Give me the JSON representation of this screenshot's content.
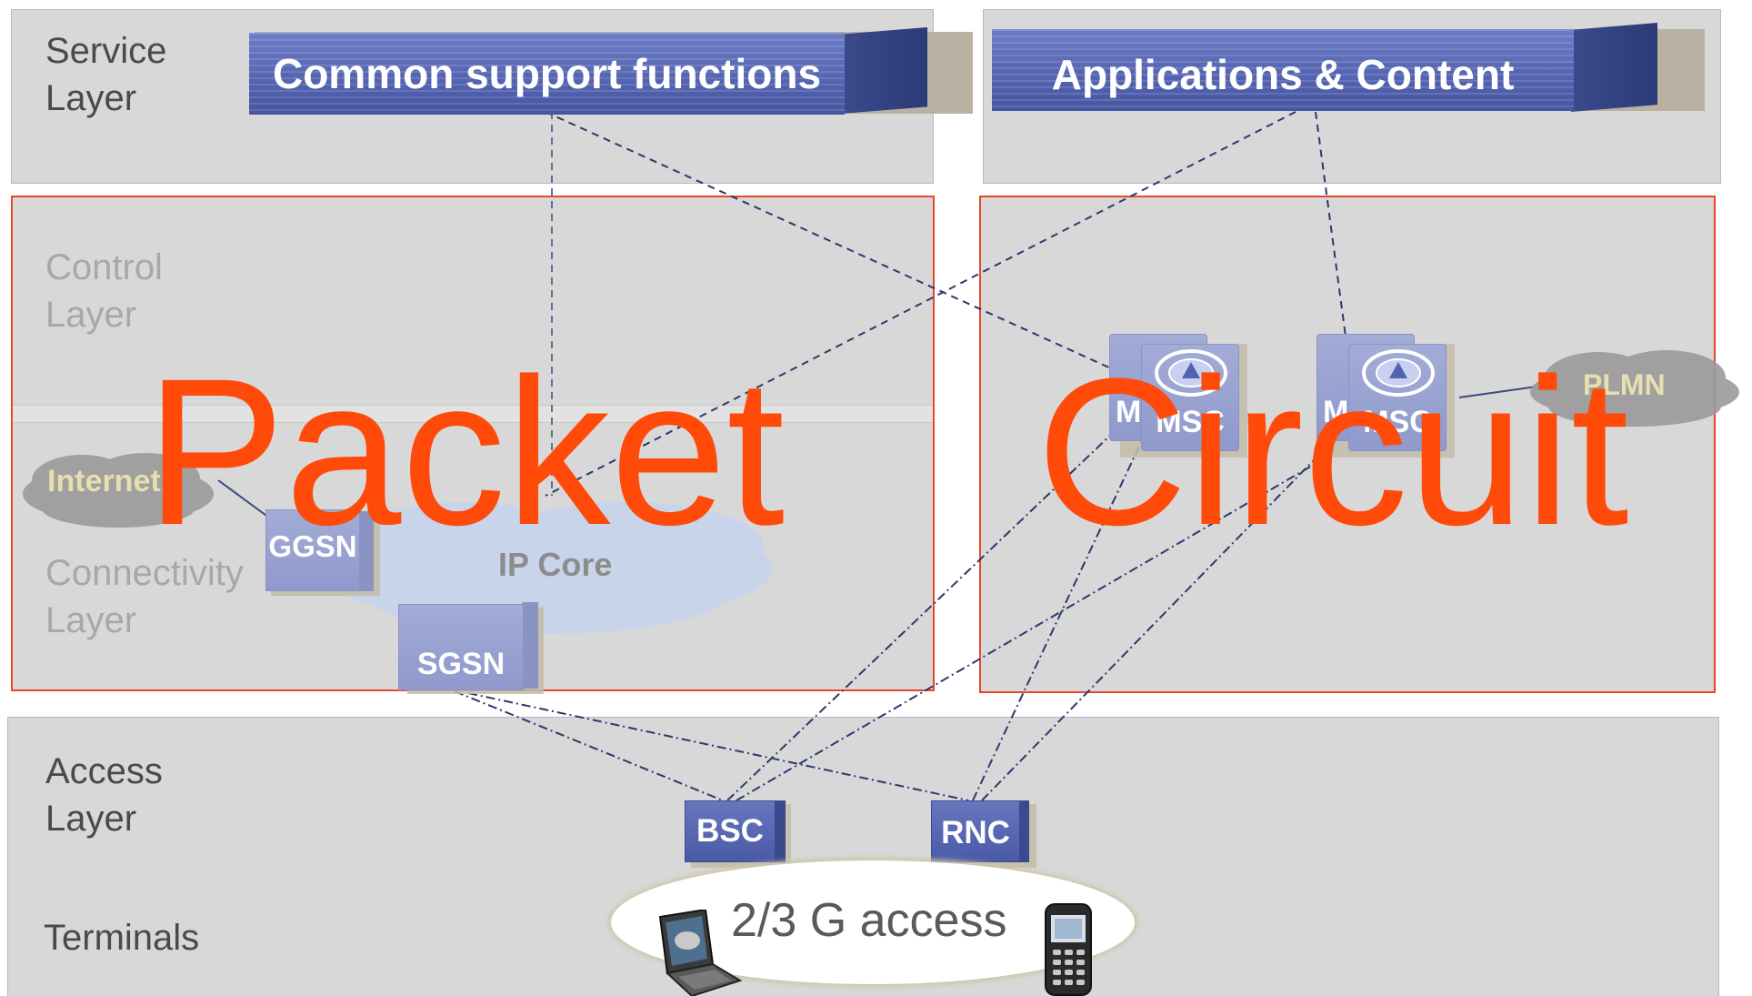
{
  "layers": {
    "service": "Service Layer",
    "control": "Control Layer",
    "connectivity": "Connectivity Layer",
    "access": "Access Layer",
    "terminals": "Terminals"
  },
  "service_blocks": {
    "common": "Common support functions",
    "apps": "Applications & Content"
  },
  "overlay_words": {
    "packet": "Packet",
    "circuit": "Circuit"
  },
  "nodes": {
    "ggsn": "GGSN",
    "sgsn": "SGSN",
    "msc_front_1": "MSC",
    "msc_back_1": "M",
    "msc_front_2": "MSC",
    "msc_back_2": "M",
    "bsc": "BSC",
    "rnc": "RNC"
  },
  "clouds": {
    "internet": "Internet",
    "ip_core": "IP Core",
    "plmn": "PLMN",
    "access": "2/3 G access"
  },
  "icons": {
    "laptop": "laptop-icon",
    "phone": "mobile-phone-icon",
    "msc": "msc-switch-icon"
  },
  "colors": {
    "overlay_text": "#ff4a0a",
    "layer_panel": "#d8d8d8",
    "block_blue": "#5565b2",
    "red_border": "#e8462a"
  }
}
